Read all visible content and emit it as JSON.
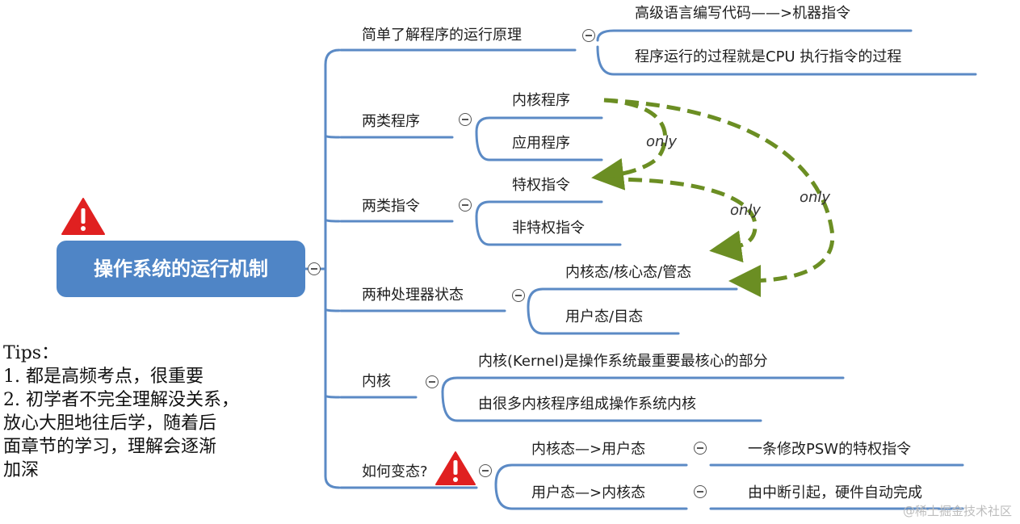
{
  "root": {
    "label": "操作系统的运行机制"
  },
  "tips": {
    "title": "Tips：",
    "lines": [
      "1. 都是高频考点，很重要",
      "2. 初学者不完全理解没关系，",
      "放心大胆地往后学，随着后",
      "面章节的学习，理解会逐渐",
      "加深"
    ]
  },
  "branches": [
    {
      "label": "简单了解程序的运行原理",
      "children": [
        "高级语言编写代码——>机器指令",
        "程序运行的过程就是CPU 执行指令的过程"
      ]
    },
    {
      "label": "两类程序",
      "children": [
        "内核程序",
        "应用程序"
      ]
    },
    {
      "label": "两类指令",
      "children": [
        "特权指令",
        "非特权指令"
      ]
    },
    {
      "label": "两种处理器状态",
      "children": [
        "内核态/核心态/管态",
        "用户态/目态"
      ]
    },
    {
      "label": "内核",
      "children": [
        "内核(Kernel)是操作系统最重要最核心的部分",
        "由很多内核程序组成操作系统内核"
      ]
    },
    {
      "label": "如何变态?",
      "children": [
        {
          "label": "内核态—>用户态",
          "detail": "一条修改PSW的特权指令"
        },
        {
          "label": "用户态—>内核态",
          "detail": "由中断引起，硬件自动完成"
        }
      ]
    }
  ],
  "arrow_labels": [
    "only",
    "only",
    "only"
  ],
  "watermark": "@稀土掘金技术社区",
  "colors": {
    "root_fill": "#4f85c6",
    "branch_line": "#5b8ac5",
    "arrow": "#6b8e23",
    "warning": "#e02020"
  },
  "icons": [
    "warning-icon",
    "collapse-icon"
  ]
}
